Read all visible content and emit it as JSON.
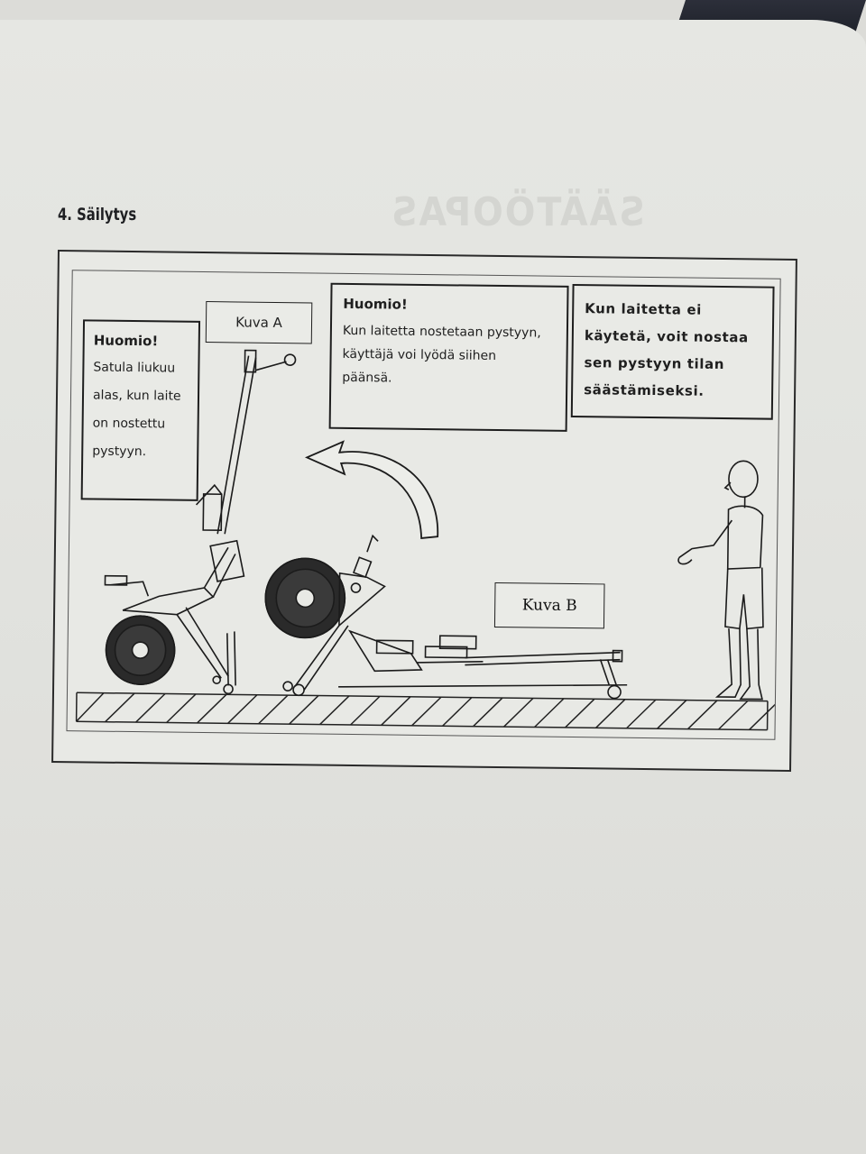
{
  "watermark": "SÄÄTÖOPAS",
  "section": {
    "title": "4. Säilytys"
  },
  "figure": {
    "note_left": {
      "heading": "Huomio!",
      "body": "Satula liukuu\nalas, kun laite\non nostettu\npystyyn."
    },
    "note_middle": {
      "heading": "Huomio!",
      "body": "Kun laitetta nostetaan pystyyn,\nkäyttäjä voi lyödä siihen\npäänsä."
    },
    "note_right": {
      "body": "Kun laitetta ei käytetä, voit nostaa sen pystyyn tilan säästämiseksi."
    },
    "label_a": "Kuva A",
    "label_b": "Kuva B"
  }
}
